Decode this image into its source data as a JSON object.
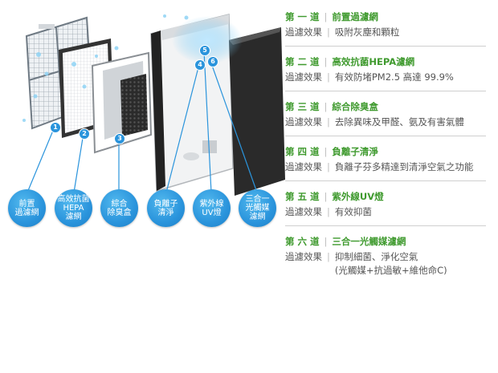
{
  "component_labels": [
    {
      "num": "1",
      "text": "前置\n過濾網"
    },
    {
      "num": "2",
      "text": "高效抗菌\nHEPA\n濾網"
    },
    {
      "num": "3",
      "text": "綜合\n除臭盒"
    },
    {
      "num": "4",
      "text": "負離子\n清淨"
    },
    {
      "num": "5",
      "text": "紫外線\nUV燈"
    },
    {
      "num": "6",
      "text": "三合一\n光觸媒\n濾網"
    }
  ],
  "stages": [
    {
      "ordinal": "第 一 道",
      "name": "前置過濾網",
      "effect_label": "過濾效果",
      "effect": [
        "吸附灰塵和顆粒"
      ]
    },
    {
      "ordinal": "第 二 道",
      "name": "高效抗菌HEPA濾網",
      "effect_label": "過濾效果",
      "effect": [
        "有效防堵PM2.5 高達 99.9%"
      ]
    },
    {
      "ordinal": "第 三 道",
      "name": "綜合除臭盒",
      "effect_label": "過濾效果",
      "effect": [
        "去除異味及甲醛、氨及有害氣體"
      ]
    },
    {
      "ordinal": "第 四 道",
      "name": "負離子清淨",
      "effect_label": "過濾效果",
      "effect": [
        "負離子芬多精達到清淨空氣之功能"
      ]
    },
    {
      "ordinal": "第 五 道",
      "name": "紫外線UV燈",
      "effect_label": "過濾效果",
      "effect": [
        "有效抑菌"
      ]
    },
    {
      "ordinal": "第 六 道",
      "name": "三合一光觸媒濾網",
      "effect_label": "過濾效果",
      "effect": [
        "抑制細菌、淨化空氣",
        "(光觸媒+抗過敏+維他命C)"
      ]
    }
  ],
  "colors": {
    "accent_blue": "#2a94dc",
    "title_green": "#3f9a2e",
    "body_gray": "#555555",
    "rule_gray": "#cfcfcf"
  }
}
